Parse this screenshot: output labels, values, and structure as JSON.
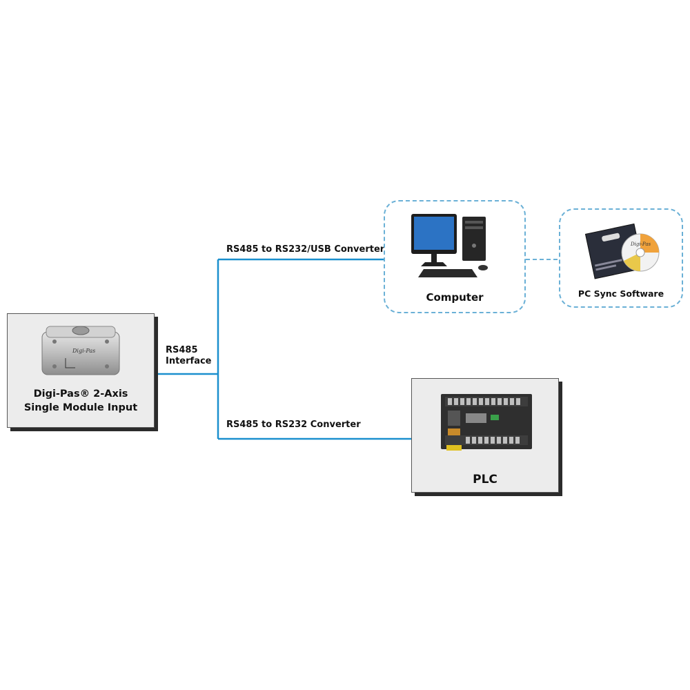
{
  "device": {
    "name_line1": "Digi-Pas® 2-Axis",
    "name_line2": "Single Module Input",
    "brand_mark": "Digi-Pas"
  },
  "interface": {
    "line1": "RS485",
    "line2": "Interface"
  },
  "connections": {
    "usb_converter": "RS485 to RS232/USB Converter",
    "rs232_converter": "RS485 to RS232 Converter"
  },
  "computer": {
    "label": "Computer"
  },
  "software": {
    "label": "PC Sync Software",
    "box_brand": "Digi-Pas"
  },
  "plc": {
    "label": "PLC"
  },
  "colors": {
    "wire": "#1a8fce",
    "dashed_border": "#6ab0d6",
    "box_fill": "#ececec"
  }
}
